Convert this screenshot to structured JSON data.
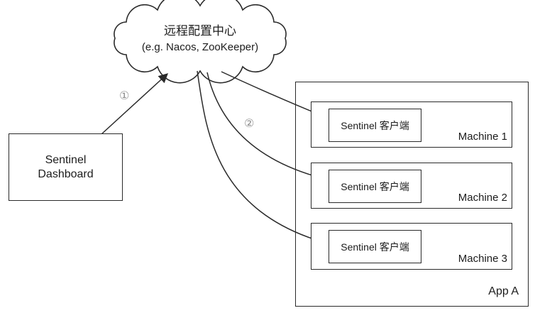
{
  "cloud": {
    "title": "远程配置中心",
    "subtitle": "(e.g. Nacos, ZooKeeper)"
  },
  "dashboard": {
    "line1": "Sentinel",
    "line2": "Dashboard"
  },
  "annotations": {
    "step1": "①",
    "step2": "②"
  },
  "app": {
    "label": "App A",
    "machines": [
      {
        "name": "Machine 1",
        "client": "Sentinel 客户端"
      },
      {
        "name": "Machine 2",
        "client": "Sentinel 客户端"
      },
      {
        "name": "Machine 3",
        "client": "Sentinel 客户端"
      }
    ]
  },
  "colors": {
    "line": "#2a2a2a",
    "annotation": "#8f8f8f",
    "background": "#ffffff",
    "text": "#1c1c1c"
  }
}
